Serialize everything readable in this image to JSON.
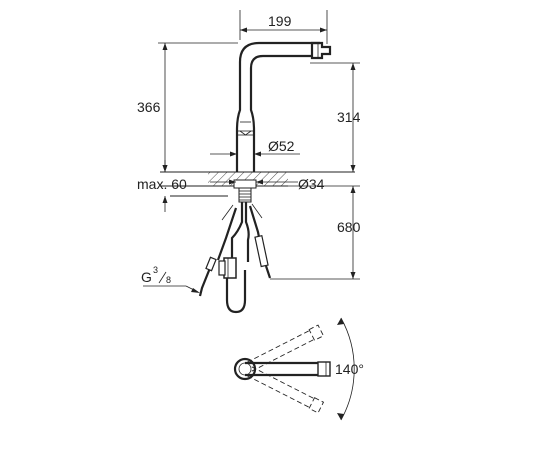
{
  "dimensions": {
    "spout_reach": "199",
    "total_height": "366",
    "spout_height": "314",
    "body_diameter": "Ø52",
    "max_mount_thickness": "max. 60",
    "hole_diameter": "Ø34",
    "hose_length": "680",
    "connection_label": "G",
    "connection_num": "3",
    "connection_den": "8",
    "swivel_angle": "140°"
  }
}
